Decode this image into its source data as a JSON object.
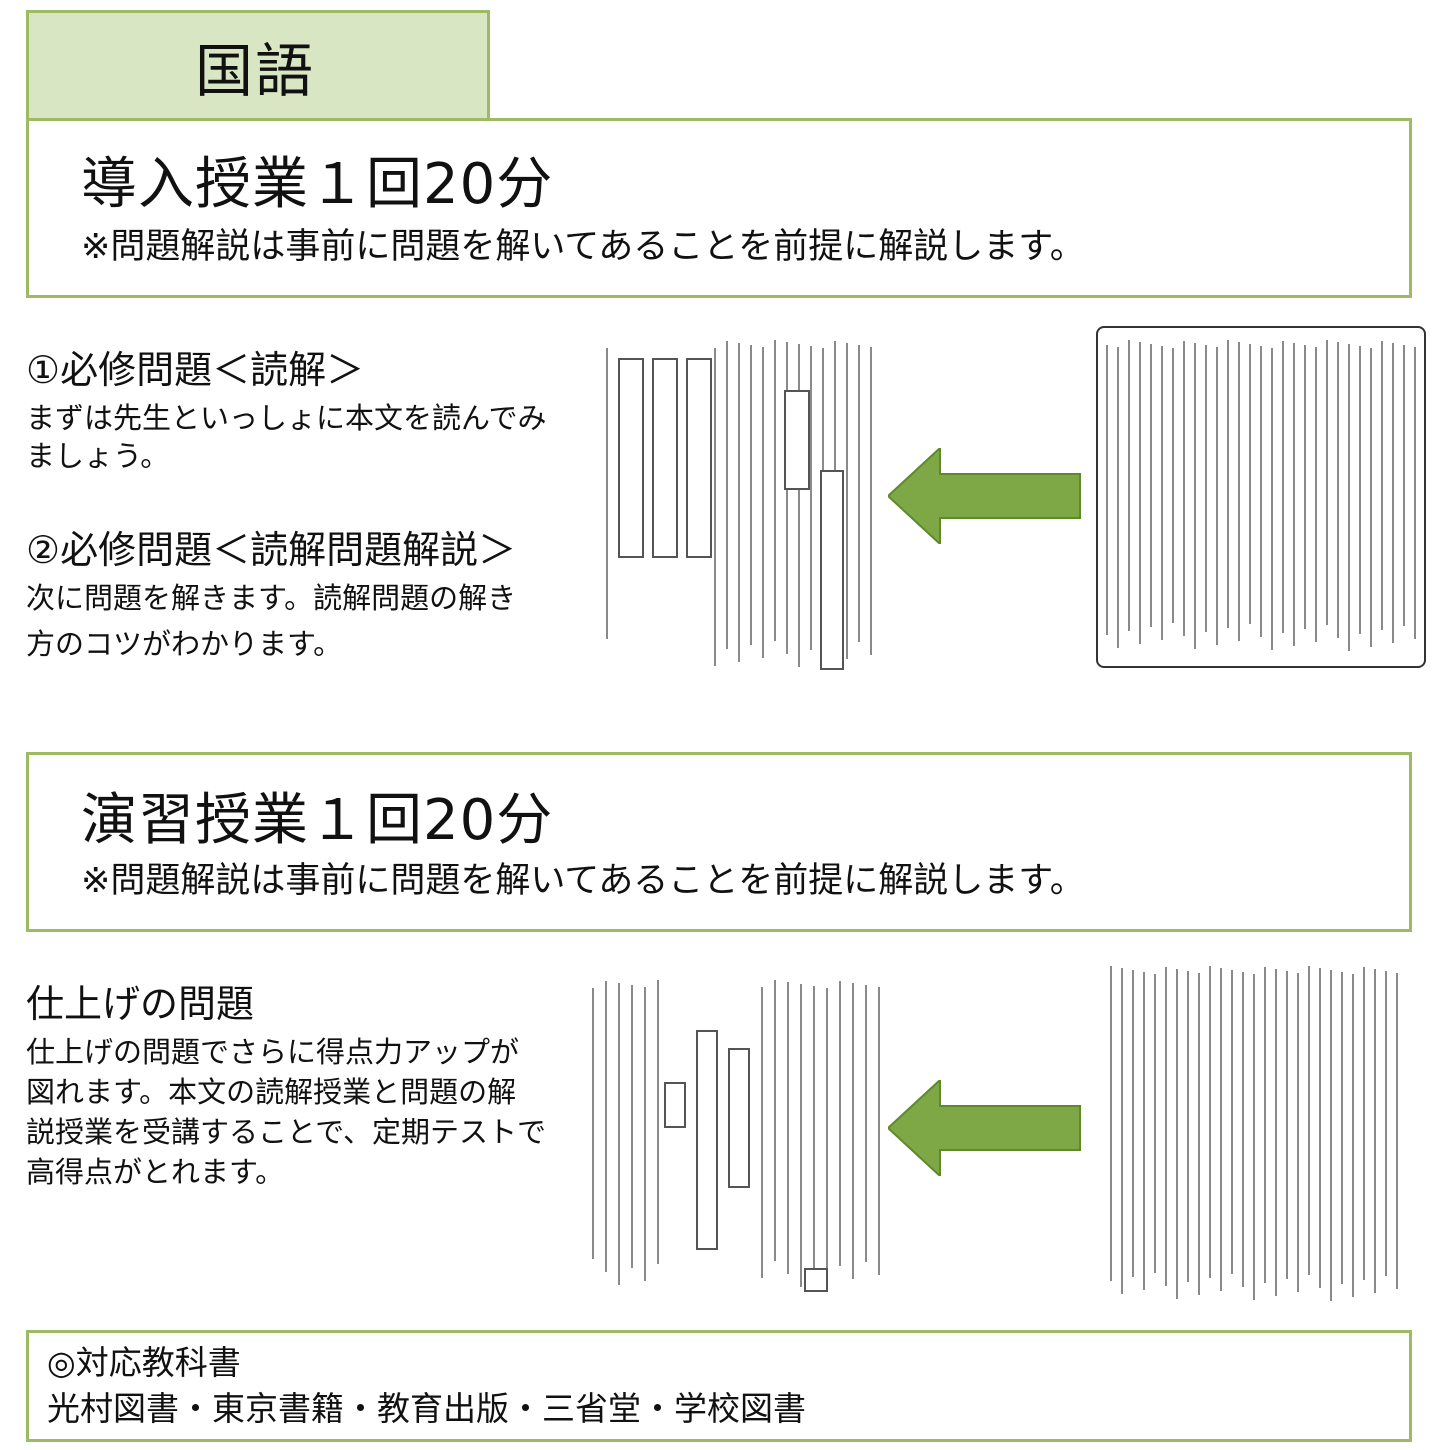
{
  "tab": {
    "title": "国語"
  },
  "intro": {
    "heading": "導入授業１回20分",
    "note": "※問題解説は事前に問題を解いてあることを前提に解説します。",
    "item1_title": "①必修問題＜読解＞",
    "item1_line1": "まずは先生といっしょに本文を読んでみ",
    "item1_line2": "ましょう。",
    "item2_title": "②必修問題＜読解問題解説＞",
    "item2_line1": "次に問題を解きます。読解問題の解き",
    "item2_line2": "方のコツがわかります。"
  },
  "practice": {
    "heading": "演習授業１回20分",
    "note": "※問題解説は事前に問題を解いてあることを前提に解説します。",
    "item_title": "仕上げの問題",
    "line1": "仕上げの問題でさらに得点力アップが",
    "line2": "図れます。本文の読解授業と問題の解",
    "line3": "説授業を受講することで、定期テストで",
    "line4": "高得点がとれます。"
  },
  "textbooks": {
    "title": "◎対応教科書",
    "list": "光村図書・東京書籍・教育出版・三省堂・学校図書"
  },
  "colors": {
    "accent_green": "#9cbb63",
    "tab_fill": "#d9e6c3",
    "arrow_fill": "#7ea846"
  }
}
